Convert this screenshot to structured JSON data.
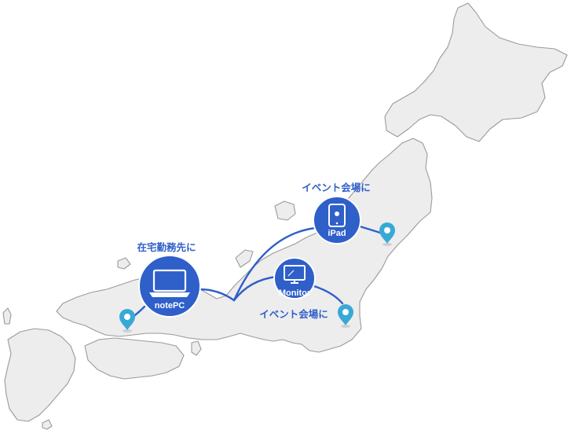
{
  "map": {
    "region": "japan",
    "colors": {
      "land": "#ededed",
      "coastline": "#9a9a9a",
      "route": "#2f5fc9",
      "device_badge": "#2f5fc9",
      "pin": "#38a9d6"
    }
  },
  "devices": {
    "notepc": {
      "label": "notePC",
      "destination": "在宅勤務先に",
      "icon": "laptop-icon"
    },
    "ipad": {
      "label": "iPad",
      "destination": "イベント会場に",
      "icon": "tablet-icon"
    },
    "monitor": {
      "label": "Monitor",
      "destination": "イベント会場に",
      "icon": "monitor-icon"
    }
  },
  "pins": [
    {
      "name": "west-pin",
      "icon": "map-pin-icon"
    },
    {
      "name": "northeast-pin",
      "icon": "map-pin-icon"
    },
    {
      "name": "tokyo-pin",
      "icon": "map-pin-icon"
    }
  ]
}
